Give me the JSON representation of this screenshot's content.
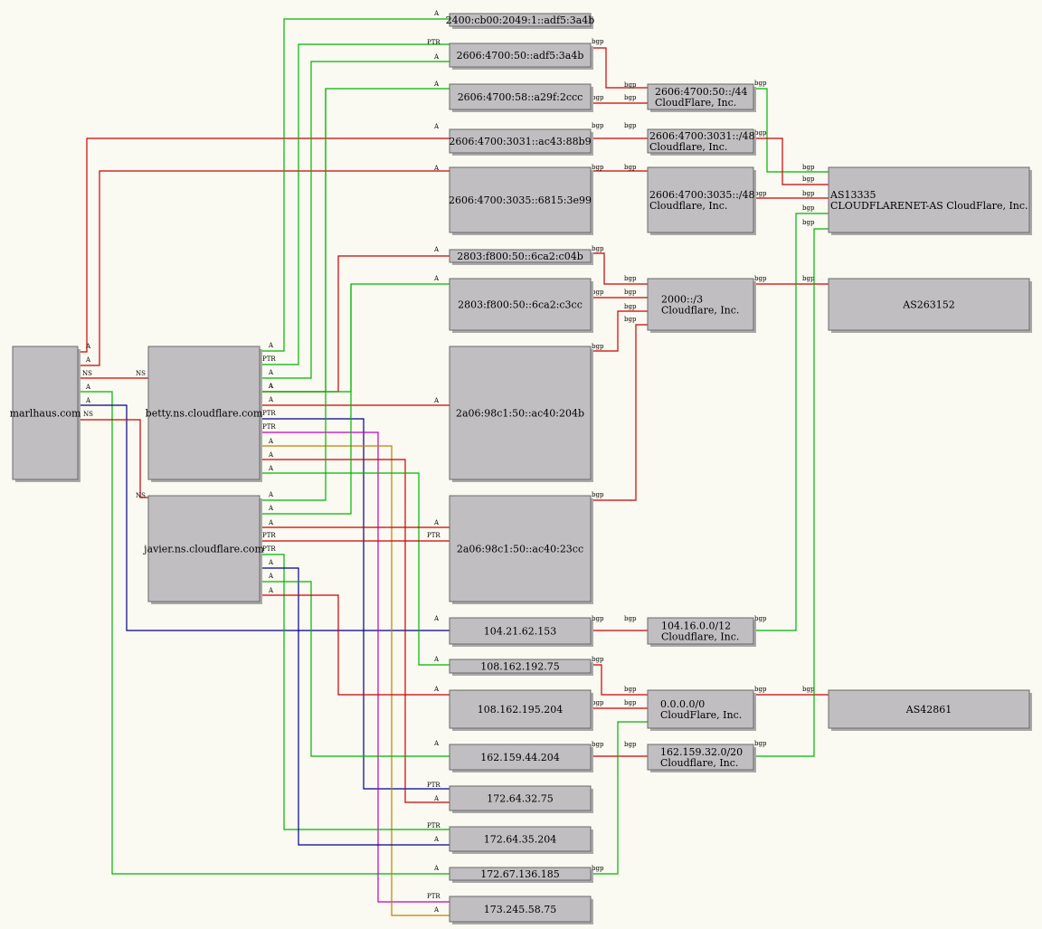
{
  "diagram": {
    "colors": {
      "red": "#cc0000",
      "green": "#00b400",
      "blue": "#00008b",
      "magenta": "#c000c0",
      "orange": "#c08000",
      "node_fill": "#c0bec0",
      "background": "#fafaf2"
    },
    "nodes": [
      {
        "id": "marlhaus",
        "lines": [
          "marlhaus.com"
        ]
      },
      {
        "id": "betty",
        "lines": [
          "betty.ns.cloudflare.com"
        ]
      },
      {
        "id": "javier",
        "lines": [
          "javier.ns.cloudflare.com"
        ]
      },
      {
        "id": "ip_2400",
        "lines": [
          "2400:cb00:2049:1::adf5:3a4b"
        ]
      },
      {
        "id": "ip_2606_50",
        "lines": [
          "2606:4700:50::adf5:3a4b"
        ]
      },
      {
        "id": "ip_2606_58",
        "lines": [
          "2606:4700:58::a29f:2ccc"
        ]
      },
      {
        "id": "ip_3031",
        "lines": [
          "2606:4700:3031::ac43:88b9"
        ]
      },
      {
        "id": "ip_3035",
        "lines": [
          "2606:4700:3035::6815:3e99"
        ]
      },
      {
        "id": "ip_2803_c04b",
        "lines": [
          "2803:f800:50::6ca2:c04b"
        ]
      },
      {
        "id": "ip_2803_c3cc",
        "lines": [
          "2803:f800:50::6ca2:c3cc"
        ]
      },
      {
        "id": "ip_2a06_204b",
        "lines": [
          "2a06:98c1:50::ac40:204b"
        ]
      },
      {
        "id": "ip_2a06_23cc",
        "lines": [
          "2a06:98c1:50::ac40:23cc"
        ]
      },
      {
        "id": "ip_104",
        "lines": [
          "104.21.62.153"
        ]
      },
      {
        "id": "ip_108_75",
        "lines": [
          "108.162.192.75"
        ]
      },
      {
        "id": "ip_108_204",
        "lines": [
          "108.162.195.204"
        ]
      },
      {
        "id": "ip_162",
        "lines": [
          "162.159.44.204"
        ]
      },
      {
        "id": "ip_172_64_32",
        "lines": [
          "172.64.32.75"
        ]
      },
      {
        "id": "ip_172_64_35",
        "lines": [
          "172.64.35.204"
        ]
      },
      {
        "id": "ip_172_67",
        "lines": [
          "172.67.136.185"
        ]
      },
      {
        "id": "ip_173",
        "lines": [
          "173.245.58.75"
        ]
      },
      {
        "id": "pfx_2606_50",
        "lines": [
          "2606:4700:50::/44",
          "CloudFlare, Inc."
        ]
      },
      {
        "id": "pfx_3031",
        "lines": [
          "2606:4700:3031::/48",
          "Cloudflare, Inc."
        ]
      },
      {
        "id": "pfx_3035",
        "lines": [
          "2606:4700:3035::/48",
          "Cloudflare, Inc."
        ]
      },
      {
        "id": "pfx_2000",
        "lines": [
          "2000::/3",
          "Cloudflare, Inc."
        ]
      },
      {
        "id": "pfx_104",
        "lines": [
          "104.16.0.0/12",
          "Cloudflare, Inc."
        ]
      },
      {
        "id": "pfx_0",
        "lines": [
          "0.0.0.0/0",
          "CloudFlare, Inc."
        ]
      },
      {
        "id": "pfx_162",
        "lines": [
          "162.159.32.0/20",
          "Cloudflare, Inc."
        ]
      },
      {
        "id": "as13335",
        "lines": [
          "AS13335",
          "CLOUDFLARENET-AS CloudFlare, Inc."
        ]
      },
      {
        "id": "as263152",
        "lines": [
          "AS263152"
        ]
      },
      {
        "id": "as42861",
        "lines": [
          "AS42861"
        ]
      }
    ],
    "edges": [
      {
        "label": "A",
        "color": "red"
      },
      {
        "label": "A",
        "color": "red"
      },
      {
        "label": "NS",
        "color": "red"
      },
      {
        "label": "A",
        "color": "green"
      },
      {
        "label": "A",
        "color": "blue"
      },
      {
        "label": "NS",
        "color": "red"
      },
      {
        "label": "A",
        "color": "green"
      },
      {
        "label": "PTR",
        "color": "green"
      },
      {
        "label": "A",
        "color": "green"
      },
      {
        "label": "A",
        "color": "green"
      },
      {
        "label": "A",
        "color": "red"
      },
      {
        "label": "A",
        "color": "green"
      },
      {
        "label": "A",
        "color": "red"
      },
      {
        "label": "PTR",
        "color": "blue"
      },
      {
        "label": "PTR",
        "color": "magenta"
      },
      {
        "label": "A",
        "color": "orange"
      },
      {
        "label": "A",
        "color": "red"
      },
      {
        "label": "A",
        "color": "green"
      },
      {
        "label": "A",
        "color": "green"
      },
      {
        "label": "A",
        "color": "green"
      },
      {
        "label": "A",
        "color": "red"
      },
      {
        "label": "PTR",
        "color": "red"
      },
      {
        "label": "PTR",
        "color": "green"
      },
      {
        "label": "A",
        "color": "blue"
      },
      {
        "label": "A",
        "color": "green"
      },
      {
        "label": "A",
        "color": "red"
      },
      {
        "label": "bgp",
        "color": "red"
      },
      {
        "label": "bgp",
        "color": "red"
      },
      {
        "label": "bgp",
        "color": "red"
      },
      {
        "label": "bgp",
        "color": "red"
      },
      {
        "label": "bgp",
        "color": "red"
      },
      {
        "label": "bgp",
        "color": "red"
      },
      {
        "label": "bgp",
        "color": "red"
      },
      {
        "label": "bgp",
        "color": "red"
      },
      {
        "label": "bgp",
        "color": "red"
      },
      {
        "label": "bgp",
        "color": "red"
      },
      {
        "label": "bgp",
        "color": "red"
      },
      {
        "label": "bgp",
        "color": "red"
      },
      {
        "label": "bgp",
        "color": "green"
      },
      {
        "label": "bgp",
        "color": "green"
      },
      {
        "label": "bgp",
        "color": "red"
      },
      {
        "label": "bgp",
        "color": "red"
      },
      {
        "label": "bgp",
        "color": "red"
      },
      {
        "label": "bgp",
        "color": "green"
      },
      {
        "label": "bgp",
        "color": "red"
      },
      {
        "label": "bgp",
        "color": "green"
      }
    ]
  }
}
